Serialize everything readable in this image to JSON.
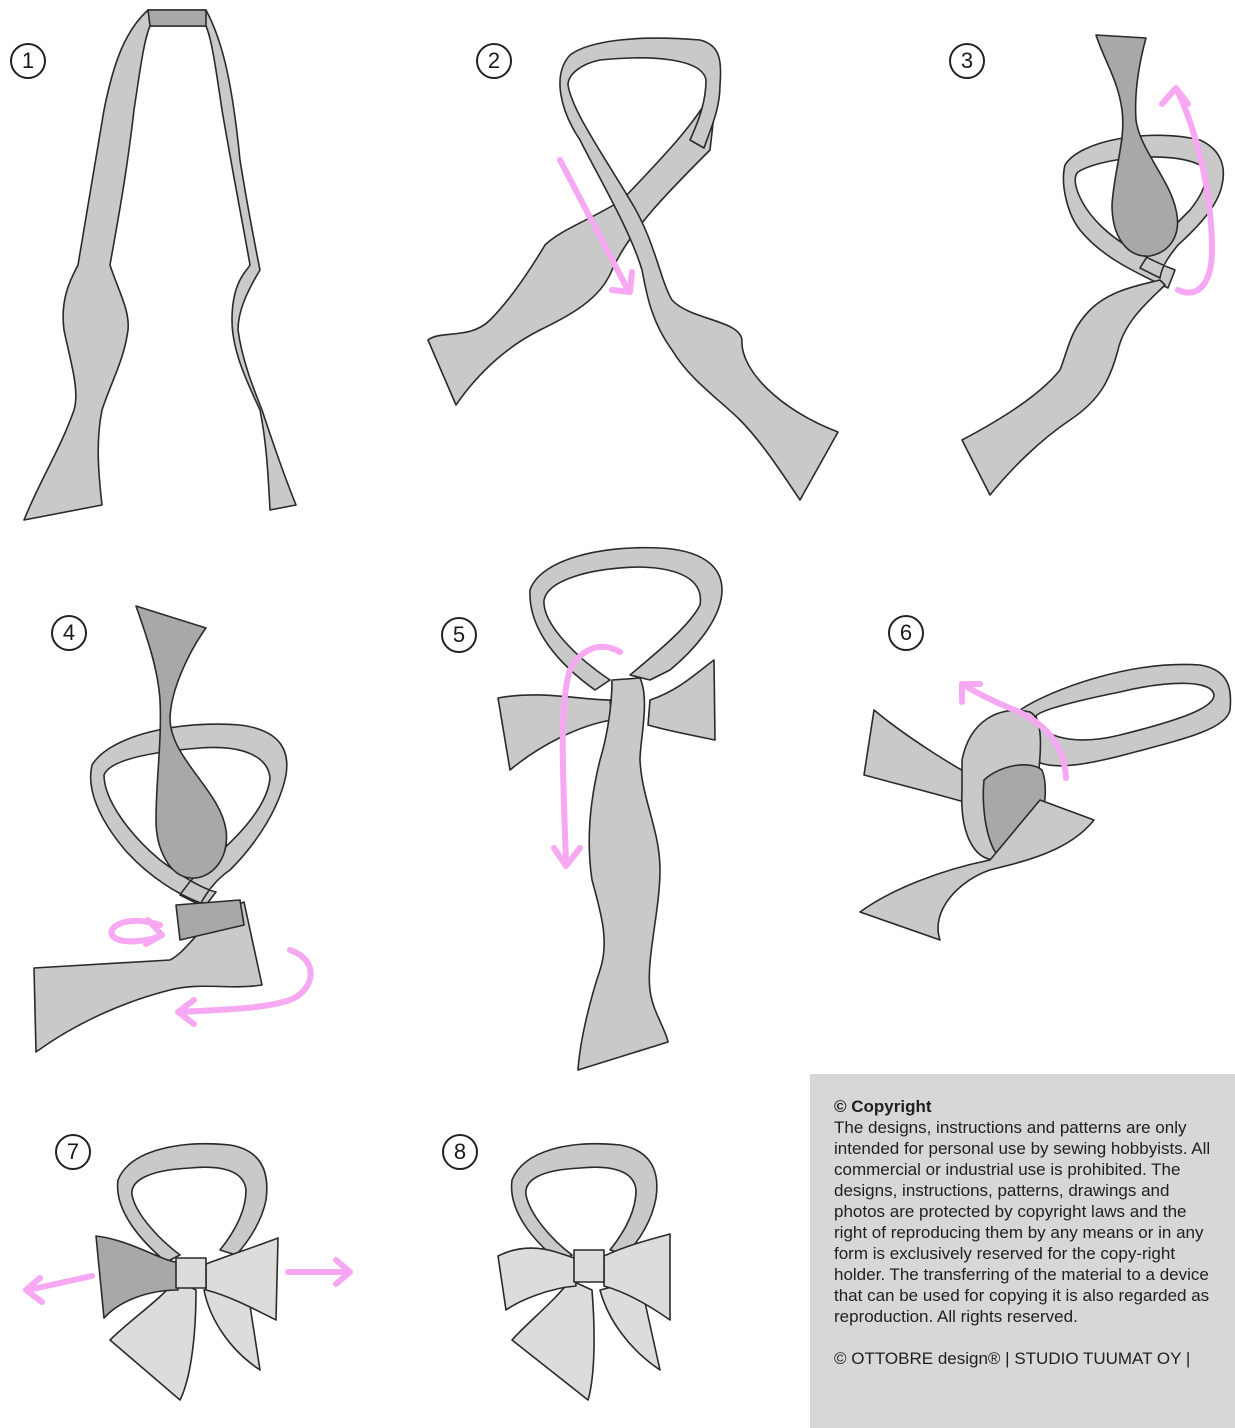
{
  "steps": [
    {
      "number": "1"
    },
    {
      "number": "2"
    },
    {
      "number": "3"
    },
    {
      "number": "4"
    },
    {
      "number": "5"
    },
    {
      "number": "6"
    },
    {
      "number": "7"
    },
    {
      "number": "8"
    }
  ],
  "copyright": {
    "title": "© Copyright",
    "body": "The designs, instructions and patterns are only intended for personal use by sewing hobbyists. All commercial or industrial use is prohibited. The designs, instructions, patterns, drawings and photos are protected by copyright laws and the right of reproducing them by any means or in any form is exclusively reserved for the copy-right holder. The transferring of the material to a device that can be used for copying it is also regarded as reproduction.  All rights reserved.",
    "footer": "© OTTOBRE design® | STUDIO TUUMAT OY |"
  },
  "colors": {
    "tie_fill": "#c9c9c9",
    "tie_dark": "#a8a8a8",
    "tie_light": "#dcdcdc",
    "arrow": "#f7a8f2",
    "copyright_bg": "#d7d7d7"
  }
}
